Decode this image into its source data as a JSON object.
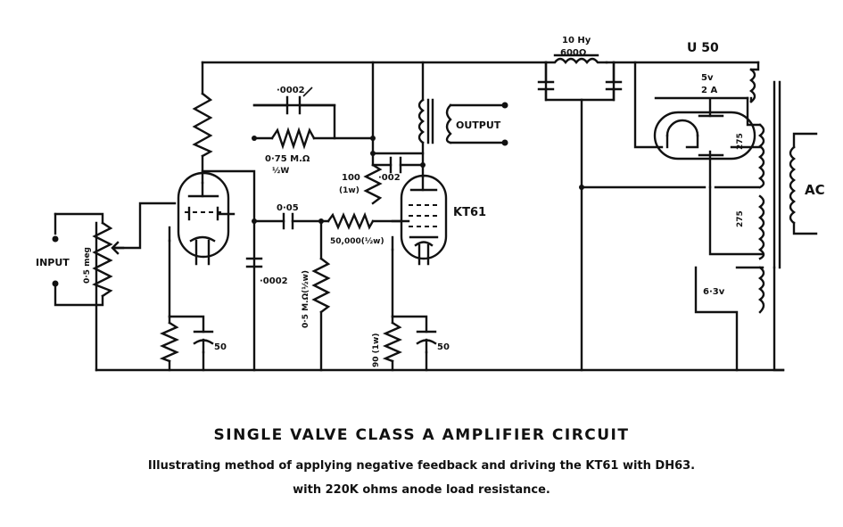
{
  "labels": {
    "choke": "10 Hy",
    "choke_res": "600Ω",
    "rect_valve": "U 50",
    "heater_5v": "5v",
    "heater_2a": "2 A",
    "hv_275_a": "275",
    "hv_275_b": "275",
    "ac": "AC",
    "lt_63v": "6·3v",
    "cap_fb": "·0002",
    "res_fb": "0·75 M.Ω",
    "res_fb_w": "½W",
    "res_100": "100",
    "res_100_w": "(1w)",
    "cap_002": "·002",
    "output": "OUTPUT",
    "kt61": "KT61",
    "cap_05": "0·05",
    "res_50k": "50,000(½w)",
    "cap_0002_b": "·0002",
    "res_05m": "0·5 M.Ω(½w)",
    "input": "INPUT",
    "pot": "0·5 meg",
    "res_90": "90 (1w)",
    "cap_50a": "50",
    "cap_50b": "50"
  },
  "caption": {
    "title": "SINGLE VALVE CLASS A AMPLIFIER CIRCUIT",
    "line1": "Illustrating method of applying negative feedback and driving the KT61 with DH63.",
    "line2": "with 220K ohms anode load resistance."
  }
}
